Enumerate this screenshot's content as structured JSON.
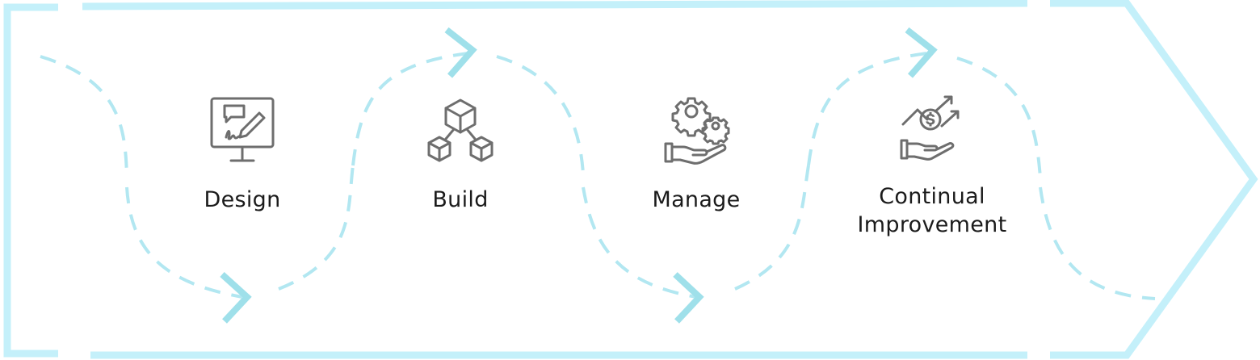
{
  "diagram": {
    "colors": {
      "frame": "#c4f0fa",
      "dash_path": "#b2e7f1",
      "arrow_head": "#9fe0ea",
      "icon": "#6e6e6e",
      "text": "#1b1b1b"
    },
    "steps": [
      {
        "label": "Design",
        "icon": "monitor-signature-icon"
      },
      {
        "label": "Build",
        "icon": "cubes-icon"
      },
      {
        "label": "Manage",
        "icon": "gears-hand-icon"
      },
      {
        "label": "Continual Improvement",
        "icon": "money-growth-hand-icon"
      }
    ]
  }
}
